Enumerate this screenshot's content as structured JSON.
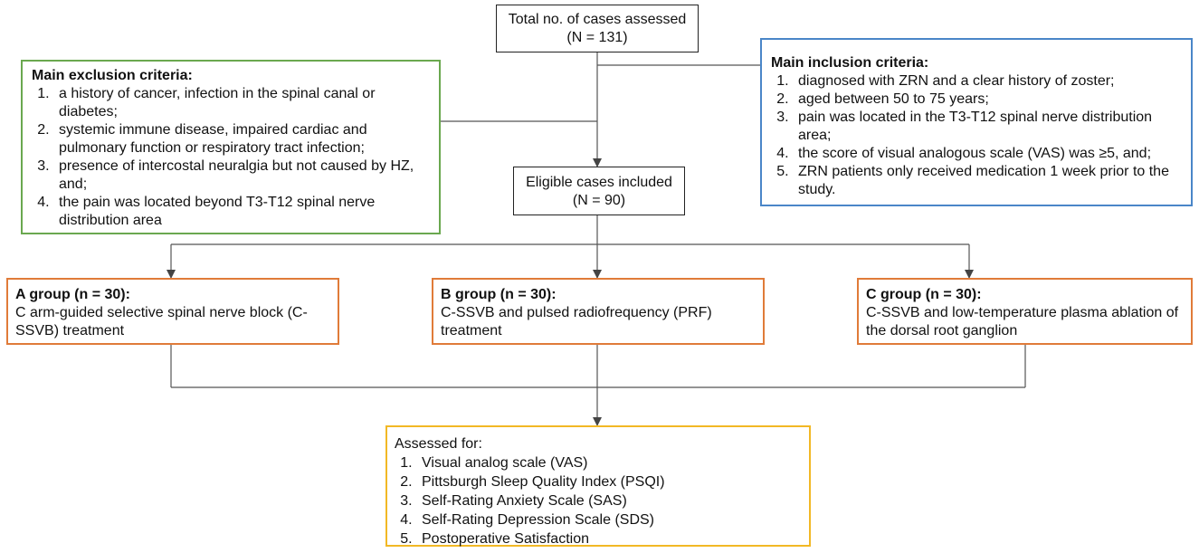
{
  "total": {
    "line1": "Total no. of cases assessed",
    "line2": "(N = 131)"
  },
  "exclusion": {
    "title": "Main exclusion criteria:",
    "items": [
      "a history of cancer, infection in the spinal canal or diabetes;",
      "systemic immune disease, impaired cardiac and pulmonary function or respiratory tract infection;",
      "presence of intercostal neuralgia but not caused by HZ, and;",
      "the pain was located beyond T3-T12 spinal nerve distribution area"
    ]
  },
  "inclusion": {
    "title": "Main inclusion criteria:",
    "items": [
      "diagnosed with ZRN and a clear history of zoster;",
      "aged between  50 to 75 years;",
      "pain was located in the T3-T12 spinal nerve distribution area;",
      "the score of visual analogous scale (VAS) was ≥5, and;",
      "ZRN patients only received medication 1 week prior to the study."
    ]
  },
  "eligible": {
    "line1": "Eligible cases included",
    "line2": "(N = 90)"
  },
  "groups": [
    {
      "title": "A group (n = 30):",
      "text": "C arm-guided selective spinal nerve block (C-SSVB) treatment"
    },
    {
      "title": "B group (n = 30):",
      "text": "C-SSVB and pulsed radiofrequency (PRF) treatment"
    },
    {
      "title": "C group (n = 30):",
      "text": "C-SSVB and low-temperature plasma ablation of the dorsal root ganglion"
    }
  ],
  "assessed": {
    "title": "Assessed for:",
    "items": [
      "Visual analog scale (VAS)",
      "Pittsburgh Sleep Quality Index (PSQI)",
      "Self-Rating Anxiety Scale (SAS)",
      "Self-Rating Depression Scale (SDS)",
      "Postoperative Satisfaction"
    ]
  },
  "colors": {
    "exclusion_border": "#6aa84f",
    "inclusion_border": "#4a86c8",
    "group_border": "#e07b39",
    "assessed_border": "#f2b825"
  }
}
